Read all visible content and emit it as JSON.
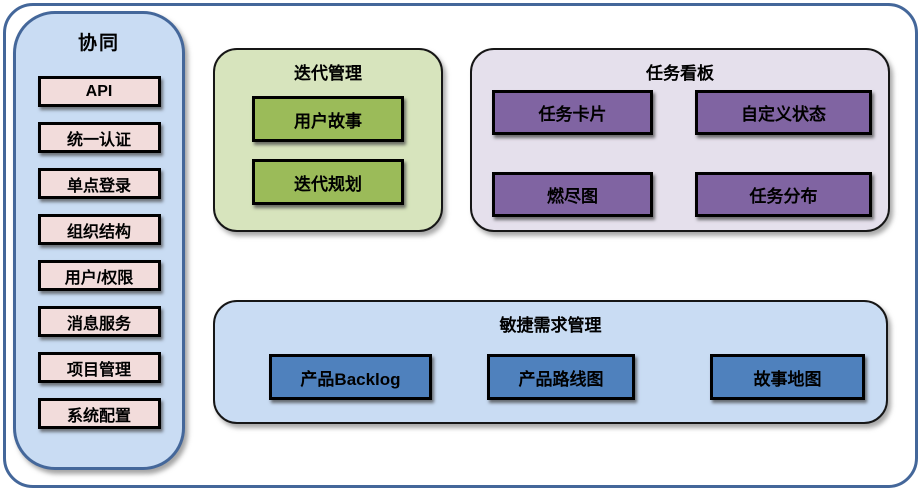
{
  "colors": {
    "frame_border": "#44679A",
    "sidebar_fill": "#C9DCF3",
    "sidebar_border": "#44679A",
    "sidebar_item_fill": "#F2DCDB",
    "iteration_panel_fill": "#D7E4BD",
    "iteration_item_fill": "#9BBB59",
    "kanban_panel_fill": "#E5E0EC",
    "kanban_item_fill": "#8064A2",
    "requirements_panel_fill": "#C9DCF3",
    "requirements_item_fill": "#4F81BD",
    "item_border": "#000000",
    "text": "#000000"
  },
  "sidebar": {
    "title": "协同",
    "items": [
      "API",
      "统一认证",
      "单点登录",
      "组织结构",
      "用户/权限",
      "消息服务",
      "项目管理",
      "系统配置"
    ]
  },
  "panels": {
    "iteration": {
      "title": "迭代管理",
      "items": [
        "用户故事",
        "迭代规划"
      ]
    },
    "kanban": {
      "title": "任务看板",
      "items": [
        "任务卡片",
        "自定义状态",
        "燃尽图",
        "任务分布"
      ]
    },
    "requirements": {
      "title": "敏捷需求管理",
      "items": [
        "产品Backlog",
        "产品路线图",
        "故事地图"
      ]
    }
  }
}
